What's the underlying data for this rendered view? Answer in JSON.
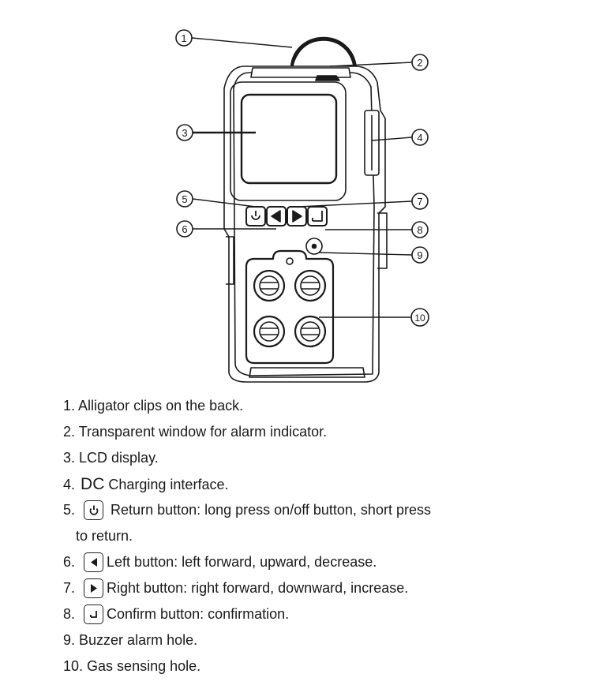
{
  "callouts": [
    "1",
    "2",
    "3",
    "4",
    "5",
    "6",
    "7",
    "8",
    "9",
    "10"
  ],
  "list": {
    "item1": {
      "num": "1.",
      "text": "Alligator clips on the back."
    },
    "item2": {
      "num": "2.",
      "text": "Transparent window for alarm indicator."
    },
    "item3": {
      "num": "3.",
      "text": "LCD display."
    },
    "item4": {
      "num": "4.",
      "dc": "DC",
      "text": "Charging interface."
    },
    "item5": {
      "num": "5.",
      "icon": "power-icon",
      "text": "Return button: long press on/off button, short press",
      "text2": "to return."
    },
    "item6": {
      "num": "6.",
      "icon": "left-triangle-icon",
      "text": "Left button: left forward, upward, decrease."
    },
    "item7": {
      "num": "7.",
      "icon": "right-triangle-icon",
      "text": "Right button: right forward, downward, increase."
    },
    "item8": {
      "num": "8.",
      "icon": "enter-icon",
      "text": "Confirm button: confirmation."
    },
    "item9": {
      "num": "9.",
      "text": "Buzzer alarm hole."
    },
    "item10": {
      "num": "10.",
      "text": "Gas sensing hole."
    }
  }
}
